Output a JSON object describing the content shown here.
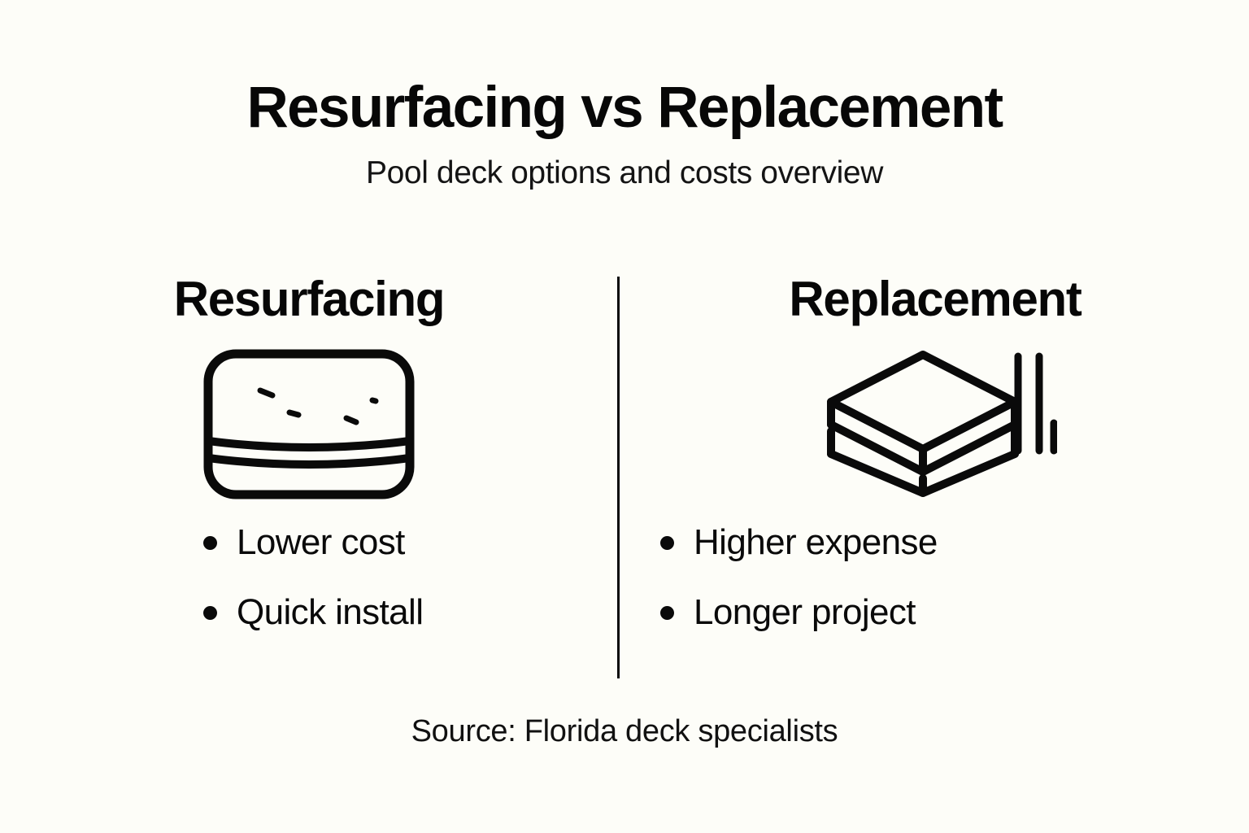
{
  "header": {
    "title": "Resurfacing vs Replacement",
    "subtitle": "Pool deck options and costs overview"
  },
  "comparison": {
    "divider": true,
    "columns": [
      {
        "heading": "Resurfacing",
        "icon": "deck-slab-resurfaced-icon",
        "bullets": [
          "Lower cost",
          "Quick install"
        ]
      },
      {
        "heading": "Replacement",
        "icon": "deck-slab-layers-isometric-icon",
        "bullets": [
          "Higher expense",
          "Longer project"
        ]
      }
    ]
  },
  "footer": {
    "source": "Source: Florida deck specialists"
  },
  "colors": {
    "background": "#FDFDF8",
    "ink": "#0A0A0A"
  }
}
